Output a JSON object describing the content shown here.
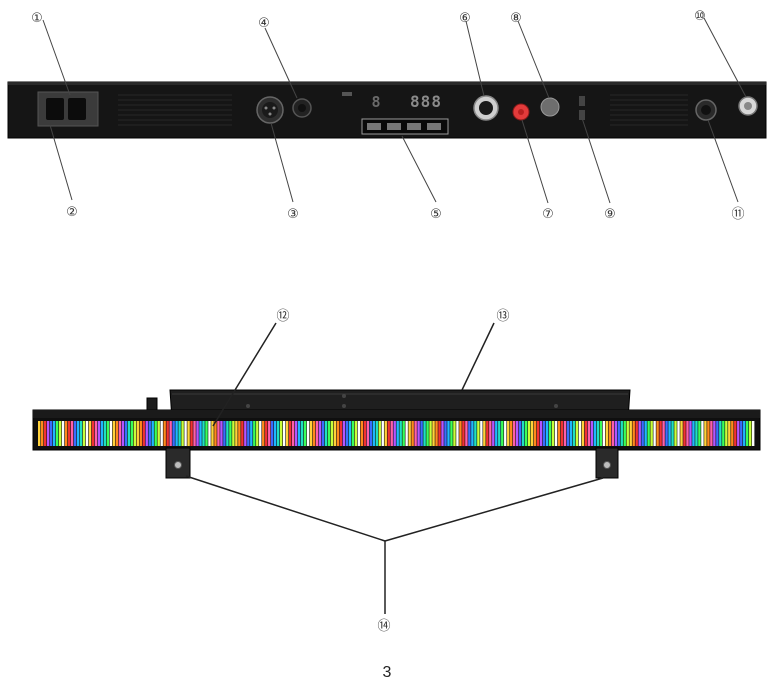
{
  "callouts": {
    "c1": "①",
    "c2": "②",
    "c3": "③",
    "c4": "④",
    "c5": "⑤",
    "c6": "⑥",
    "c7": "⑦",
    "c8": "⑧",
    "c9": "⑨",
    "c10": "⑩",
    "c11": "⑪",
    "c12": "⑫",
    "c13": "⑬",
    "c14": "⑭"
  },
  "display": {
    "small_digit": "8",
    "main_digits": "888"
  },
  "led_colors": [
    "#ffd23a",
    "#ff8a1c",
    "#f23232",
    "#ff5fa8",
    "#b455ff",
    "#3a6dff",
    "#1fb7ff",
    "#1fe0c2",
    "#3aff5a",
    "#c8ff3a",
    "#ffffff"
  ],
  "page_number": "3"
}
